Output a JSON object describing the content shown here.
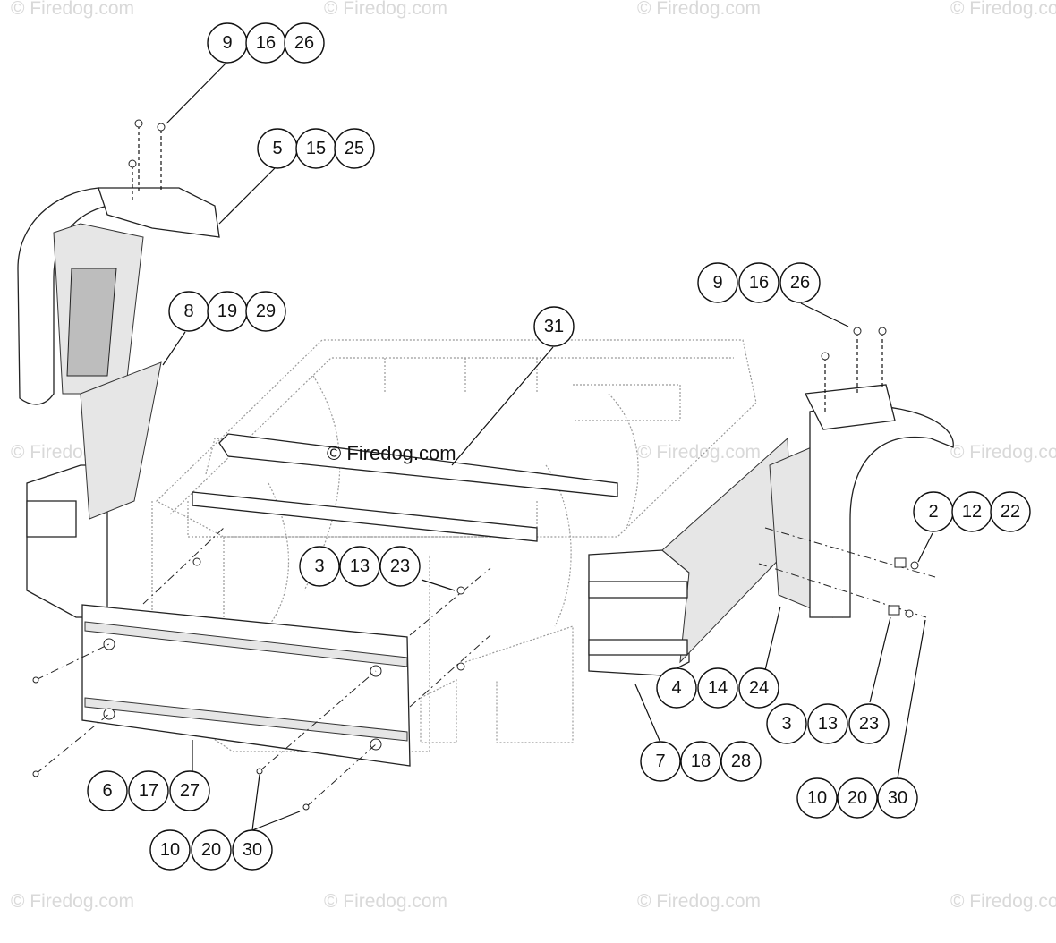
{
  "watermark": {
    "text": "© Firedog.com",
    "main_text": "© Firedog.com"
  },
  "callouts": [
    {
      "id": "c-9-16-26-left",
      "numbers": [
        "9",
        "16",
        "26"
      ]
    },
    {
      "id": "c-5-15-25",
      "numbers": [
        "5",
        "15",
        "25"
      ]
    },
    {
      "id": "c-8-19-29",
      "numbers": [
        "8",
        "19",
        "29"
      ]
    },
    {
      "id": "c-31",
      "numbers": [
        "31"
      ]
    },
    {
      "id": "c-9-16-26-right",
      "numbers": [
        "9",
        "16",
        "26"
      ]
    },
    {
      "id": "c-2-12-22",
      "numbers": [
        "2",
        "12",
        "22"
      ]
    },
    {
      "id": "c-3-13-23-center",
      "numbers": [
        "3",
        "13",
        "23"
      ]
    },
    {
      "id": "c-4-14-24",
      "numbers": [
        "4",
        "14",
        "24"
      ]
    },
    {
      "id": "c-3-13-23-right",
      "numbers": [
        "3",
        "13",
        "23"
      ]
    },
    {
      "id": "c-7-18-28",
      "numbers": [
        "7",
        "18",
        "28"
      ]
    },
    {
      "id": "c-6-17-27",
      "numbers": [
        "6",
        "17",
        "27"
      ]
    },
    {
      "id": "c-10-20-30-left",
      "numbers": [
        "10",
        "20",
        "30"
      ]
    },
    {
      "id": "c-10-20-30-right",
      "numbers": [
        "10",
        "20",
        "30"
      ]
    }
  ]
}
